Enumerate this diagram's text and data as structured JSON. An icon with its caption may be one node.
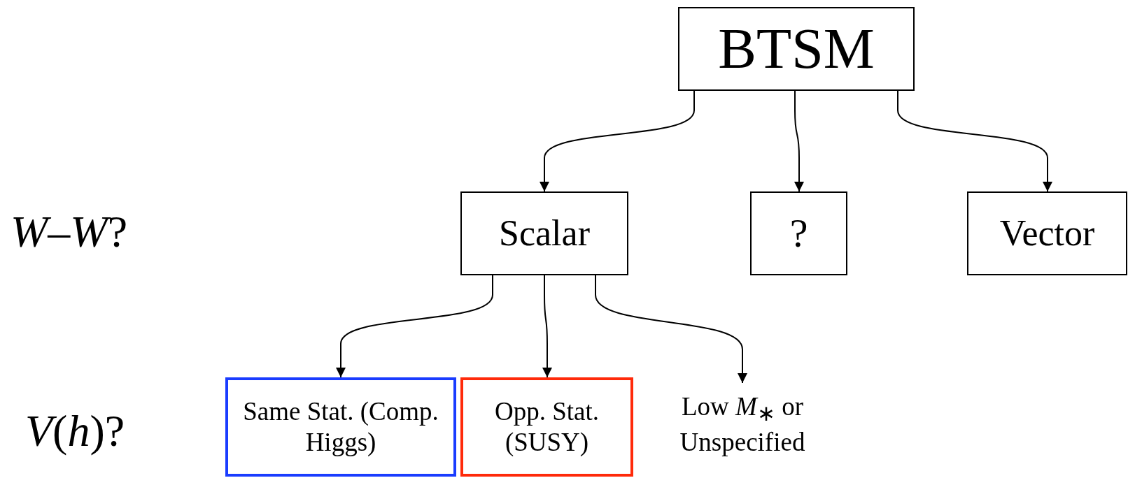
{
  "diagram": {
    "nodes": [
      {
        "text": [
          "BTSM"
        ]
      },
      {
        "text": [
          "Scalar"
        ]
      },
      {
        "text": [
          "?"
        ]
      },
      {
        "text": [
          "Vector"
        ]
      },
      {
        "text": [
          "Same Stat. (Comp. Higgs)"
        ]
      },
      {
        "text": [
          "Opp. Stat. (SUSY)"
        ]
      },
      {
        "text": [
          "Low *M*$_{∗}$ or Unspecified"
        ]
      }
    ],
    "edges": [
      {
        "from": 0,
        "to": 1,
        "arrow": "to"
      },
      {
        "from": 0,
        "to": 2,
        "arrow": "to"
      },
      {
        "from": 0,
        "to": 3,
        "arrow": "to"
      },
      {
        "from": 1,
        "to": 4,
        "arrow": "to"
      },
      {
        "from": 1,
        "to": 5,
        "arrow": "to"
      },
      {
        "from": 1,
        "to": 6,
        "arrow": "to"
      }
    ],
    "labels": [
      "*W*–*W*?",
      "*V*(*h*)?"
    ]
  }
}
